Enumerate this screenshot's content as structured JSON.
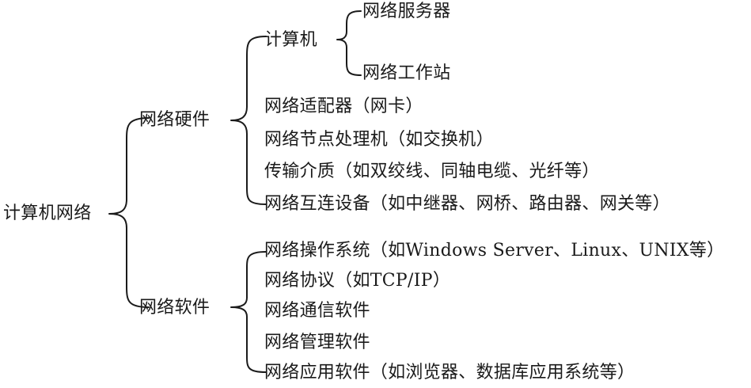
{
  "root": "计算机网络",
  "hardware": {
    "label": "网络硬件",
    "computer": {
      "label": "计算机",
      "items": [
        "网络服务器",
        "网络工作站"
      ]
    },
    "items": [
      "网络适配器（网卡）",
      "网络节点处理机（如交换机）",
      "传输介质（如双绞线、同轴电缆、光纤等）",
      "网络互连设备（如中继器、网桥、路由器、网关等）"
    ]
  },
  "software": {
    "label": "网络软件",
    "items": [
      "网络操作系统（如Windows Server、Linux、UNIX等）",
      "网络协议（如TCP/IP）",
      "网络通信软件",
      "网络管理软件",
      "网络应用软件（如浏览器、数据库应用系统等）"
    ]
  }
}
